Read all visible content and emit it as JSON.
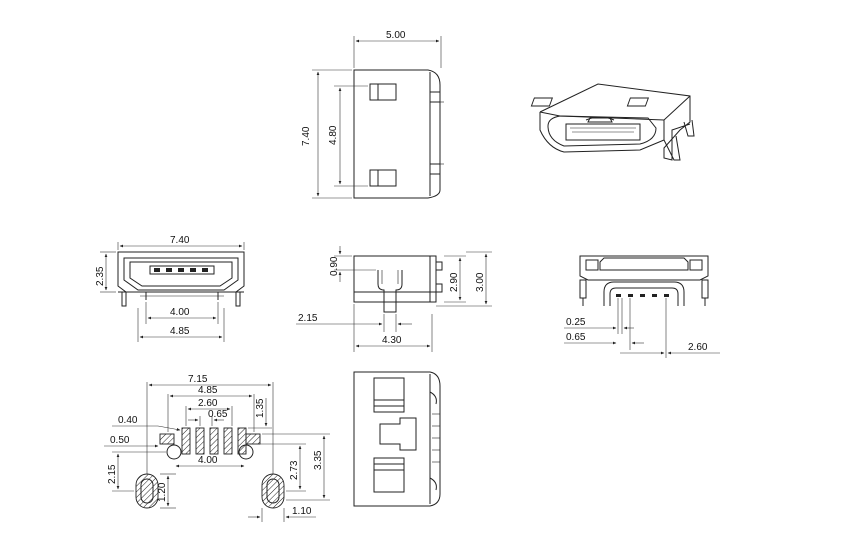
{
  "dimensions": {
    "top": {
      "width": "5.00",
      "height": "7.40",
      "inner": "4.80"
    },
    "front": {
      "width": "7.40",
      "height": "2.35",
      "pin_span": "4.00",
      "outer_span": "4.85"
    },
    "side": {
      "top": "0.90",
      "h1": "2.90",
      "h2": "3.00",
      "offset": "2.15",
      "depth": "4.30"
    },
    "rear": {
      "pitch1": "0.25",
      "pitch2": "0.65",
      "width": "2.60"
    },
    "footprint": {
      "d715": "7.15",
      "d485": "4.85",
      "d260": "2.60",
      "d065": "0.65",
      "d135": "1.35",
      "d040": "0.40",
      "d050": "0.50",
      "d400": "4.00",
      "d215": "2.15",
      "d120": "1.20",
      "d273": "2.73",
      "d335": "3.35",
      "d110": "1.10"
    }
  }
}
